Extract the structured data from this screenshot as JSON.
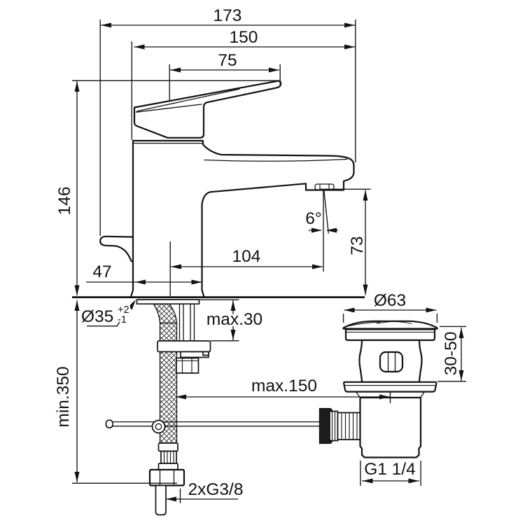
{
  "drawing": {
    "type": "basin mixer faucet with pop-up waste - installation dimension drawing",
    "units": "mm",
    "dims": {
      "overall_depth": "173",
      "body_depth": "150",
      "handle_length": "75",
      "height": "146",
      "spout_height": "73",
      "spout_reach": "104",
      "base_width": "47",
      "spout_angle": "6°",
      "hole_dia": "Ø35",
      "hole_tol_plus": "+2",
      "hole_tol_minus": "-1",
      "deck_thickness": "max.30",
      "hose_length": "min.350",
      "rod_reach": "max.150",
      "waste_dia": "Ø63",
      "waste_clamp_range": "30-50",
      "waste_thread": "G1 1/4",
      "supply_thread": "2xG3/8"
    }
  }
}
